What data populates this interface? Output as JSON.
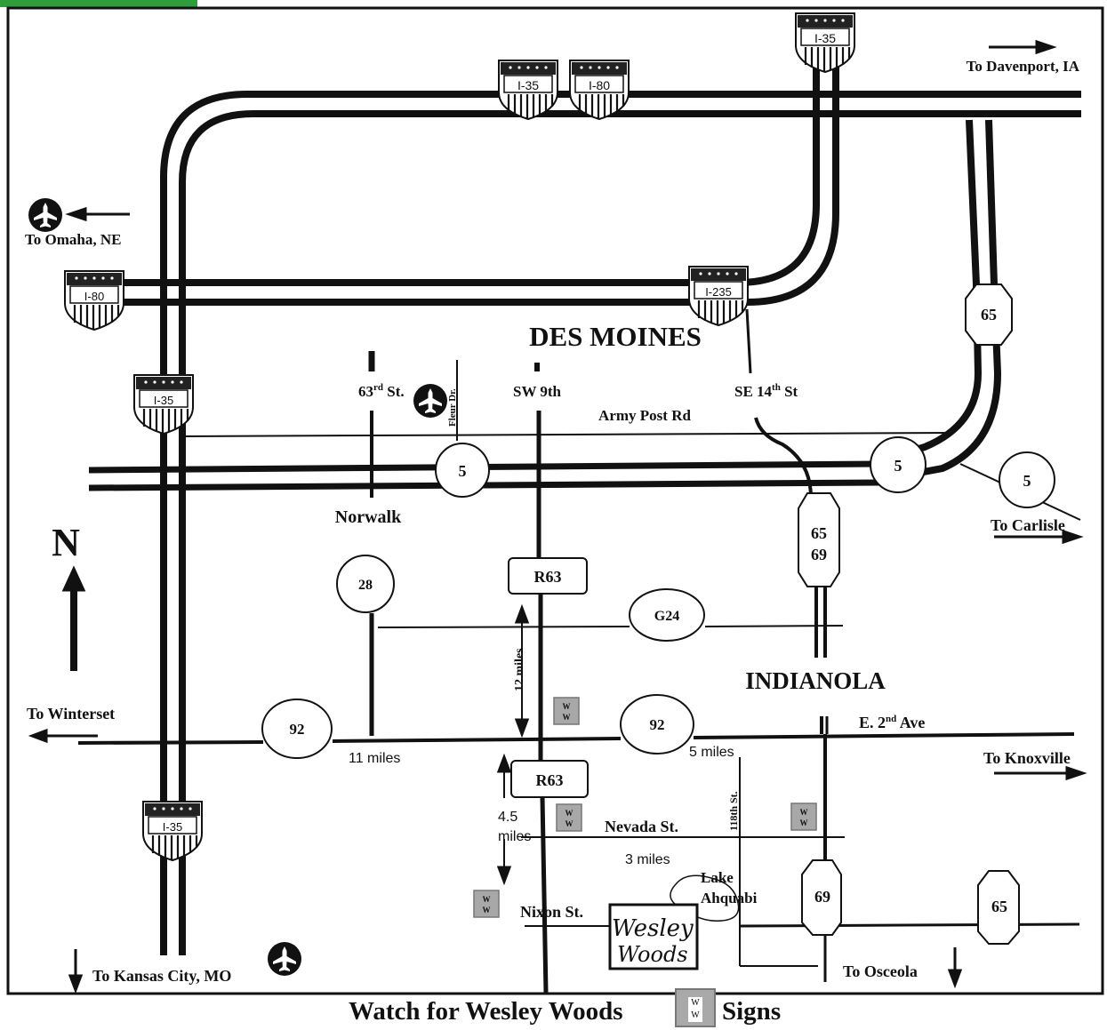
{
  "city_label": "DES MOINES",
  "town_labels": {
    "indianola": "INDIANOLA",
    "norwalk": "Norwalk"
  },
  "compass": "N",
  "interstate_shields": [
    "I-35",
    "I-80",
    "I-35",
    "I-80",
    "I-235",
    "I-35",
    "I-35"
  ],
  "route_markers": {
    "r5": "5",
    "r28": "28",
    "r92": "92",
    "g24": "G24",
    "r63": "R63",
    "r65": "65",
    "r65_69_a": "65",
    "r65_69_b": "69",
    "r69": "69"
  },
  "streets": {
    "st63": "63rd St.",
    "st63_sup": "rd",
    "fleur": "Fleur Dr.",
    "sw9": "SW 9th",
    "se14": "SE 14th St",
    "se14_sup": "th",
    "army_post": "Army Post Rd",
    "e2nd": "E. 2nd Ave",
    "e2nd_sup": "nd",
    "nevada": "Nevada St.",
    "nixon": "Nixon St.",
    "st118": "118th St.",
    "lake": "Lake Ahquabi"
  },
  "destinations": {
    "davenport": "To Davenport, IA",
    "omaha": "To Omaha, NE",
    "carlisle": "To Carlisle",
    "winterset": "To Winterset",
    "knoxville": "To Knoxville",
    "kansas_city": "To Kansas City, MO",
    "osceola": "To Osceola"
  },
  "distances": {
    "d12": "12 miles",
    "d11": "11 miles",
    "d5": "5 miles",
    "d45a": "4.5",
    "d45b": "miles",
    "d3": "3 miles"
  },
  "wesley_woods": {
    "line1": "Wesley",
    "line2": "Woods"
  },
  "sign_text": "W",
  "footer": {
    "left": "Watch for Wesley Woods",
    "right": "Signs"
  }
}
